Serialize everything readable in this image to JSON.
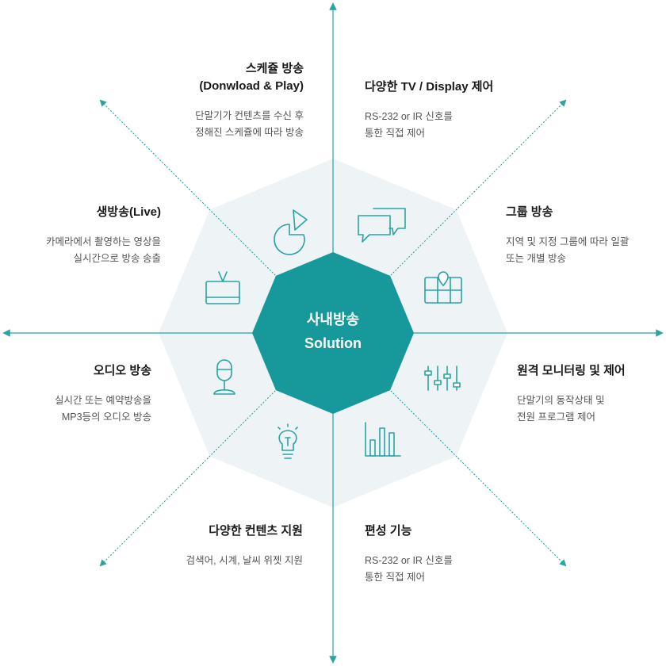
{
  "center": {
    "line1": "사내방송",
    "line2": "Solution"
  },
  "colors": {
    "teal": "#17989a",
    "pale": "#eef4f5",
    "line": "#2aa3a3",
    "icon": "#2aa3a3"
  },
  "features": [
    {
      "title_lines": [
        "스케쥴 방송",
        "(Donwload & Play)"
      ],
      "desc": "단말기가 컨텐츠를 수신 후\n정해진 스케쥴에 따라 방송",
      "icon": "pie-chart-icon"
    },
    {
      "title_lines": [
        "다양한 TV / Display 제어"
      ],
      "desc": "RS-232 or IR 신호를\n통한 직접 제어",
      "icon": "chat-bubbles-icon"
    },
    {
      "title_lines": [
        "그룹 방송"
      ],
      "desc": "지역 및 지정 그룹에 따라 일괄\n또는 개별 방송",
      "icon": "map-pin-icon"
    },
    {
      "title_lines": [
        "원격 모니터링 및 제어"
      ],
      "desc": "단말기의 동작상태 및\n전원 프로그램 제어",
      "icon": "sliders-icon"
    },
    {
      "title_lines": [
        "편성 기능"
      ],
      "desc": "RS-232 or IR 신호를\n통한 직접 제어",
      "icon": "bar-chart-icon"
    },
    {
      "title_lines": [
        "다양한 컨텐츠 지원"
      ],
      "desc": "검색어, 시계, 날씨 위젯 지원",
      "icon": "lightbulb-icon"
    },
    {
      "title_lines": [
        "오디오 방송"
      ],
      "desc": "실시간 또는 예약방송을\nMP3등의 오디오 방송",
      "icon": "microphone-icon"
    },
    {
      "title_lines": [
        "생방송(Live)"
      ],
      "desc": "카메라에서 촬영하는 영상을\n실시간으로 방송 송출",
      "icon": "tv-icon"
    }
  ]
}
